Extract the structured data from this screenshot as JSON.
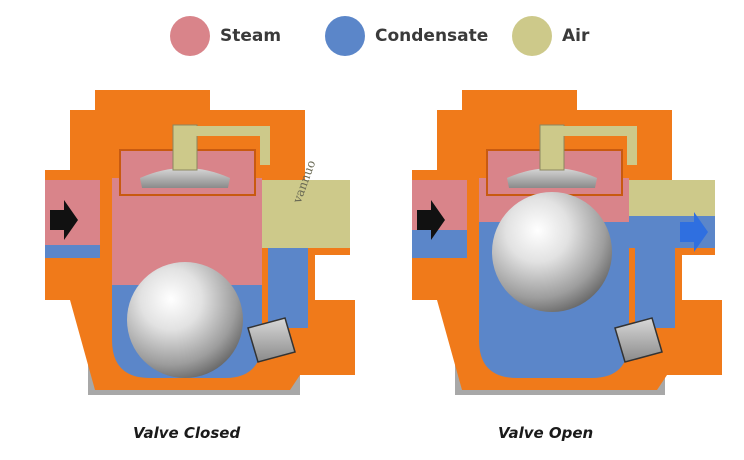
{
  "legend": {
    "items": [
      {
        "label": "Steam",
        "color": "#d9848a"
      },
      {
        "label": "Condensate",
        "color": "#5b86c9"
      },
      {
        "label": "Air",
        "color": "#cdc98a"
      }
    ]
  },
  "panels": [
    {
      "caption": "Valve Closed",
      "state": "closed"
    },
    {
      "caption": "Valve Open",
      "state": "open"
    }
  ],
  "watermark": "vannuo",
  "colors": {
    "body": "#f07a1a",
    "body_dark": "#c85a10",
    "metal": "#9a9a9a",
    "steam": "#d9848a",
    "condensate": "#5b86c9",
    "air": "#cdc98a",
    "arrow_in": "#111111",
    "arrow_out": "#2f6fe0"
  }
}
